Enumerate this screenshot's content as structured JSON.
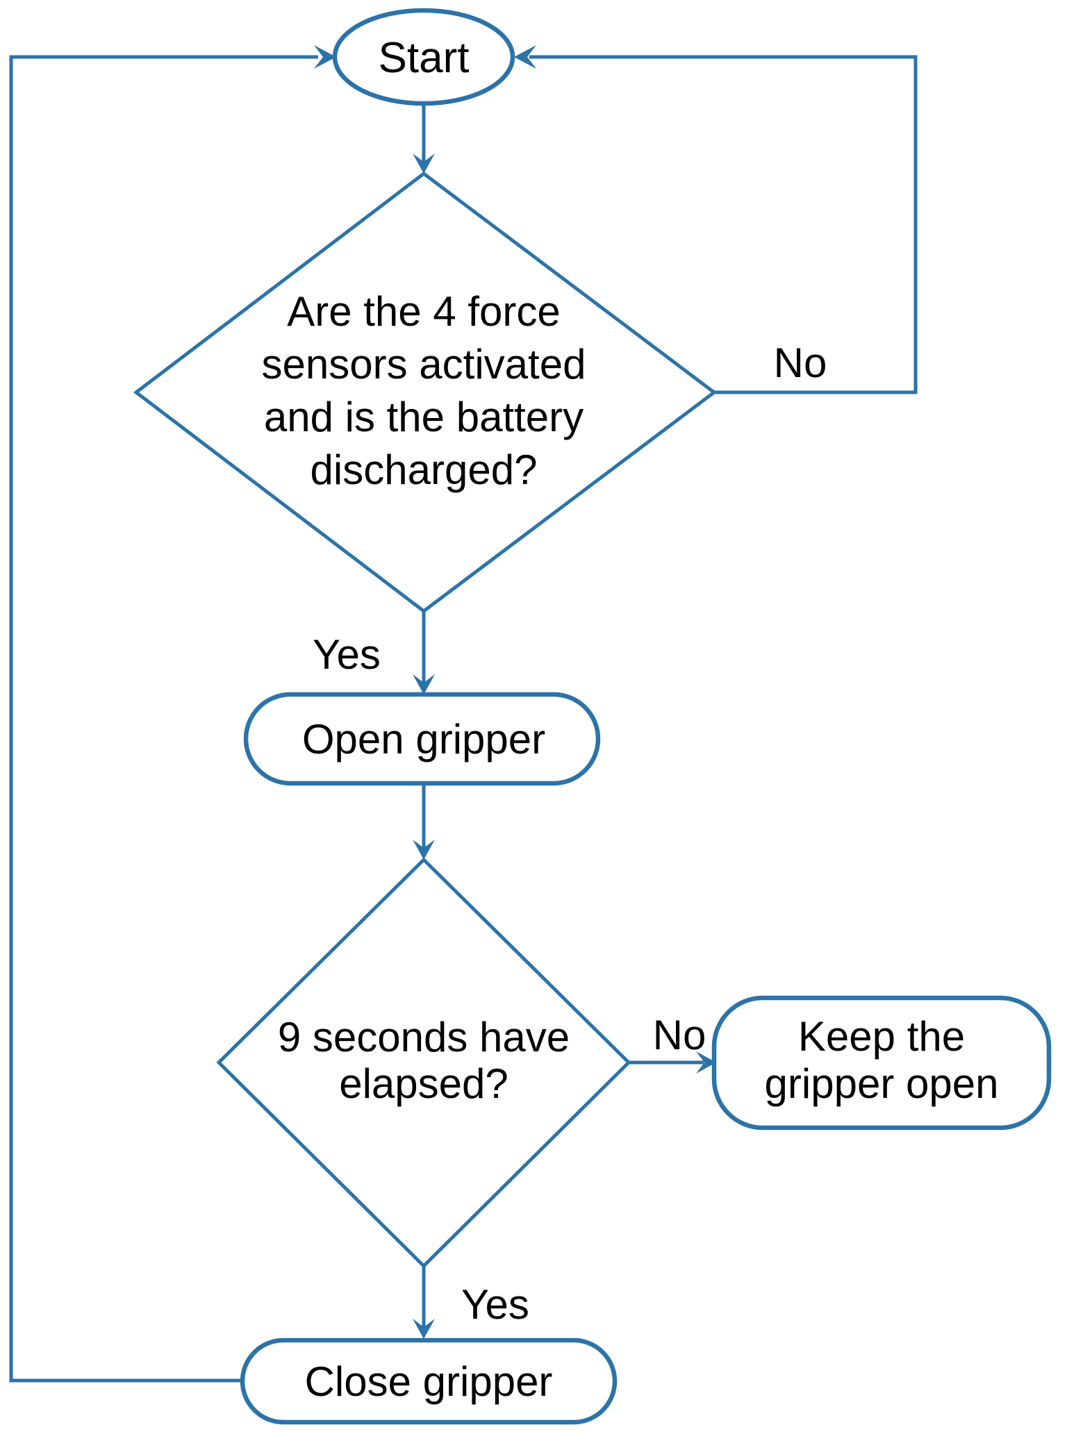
{
  "diagram": {
    "type": "flowchart",
    "colors": {
      "line": "#2B73A9",
      "text": "#000000",
      "background": "#FFFFFF"
    },
    "nodes": {
      "start": {
        "label": "Start"
      },
      "decision_sensors": {
        "lines": [
          "Are the 4 force",
          "sensors activated",
          "and is the battery",
          "discharged?"
        ]
      },
      "open_gripper": {
        "label": "Open gripper"
      },
      "decision_timer": {
        "lines": [
          "9 seconds have",
          "elapsed?"
        ]
      },
      "keep_gripper_open": {
        "lines": [
          "Keep the",
          "gripper open"
        ]
      },
      "close_gripper": {
        "label": "Close gripper"
      }
    },
    "edge_labels": {
      "sensors_no": "No",
      "sensors_yes": "Yes",
      "timer_no": "No",
      "timer_yes": "Yes"
    }
  }
}
